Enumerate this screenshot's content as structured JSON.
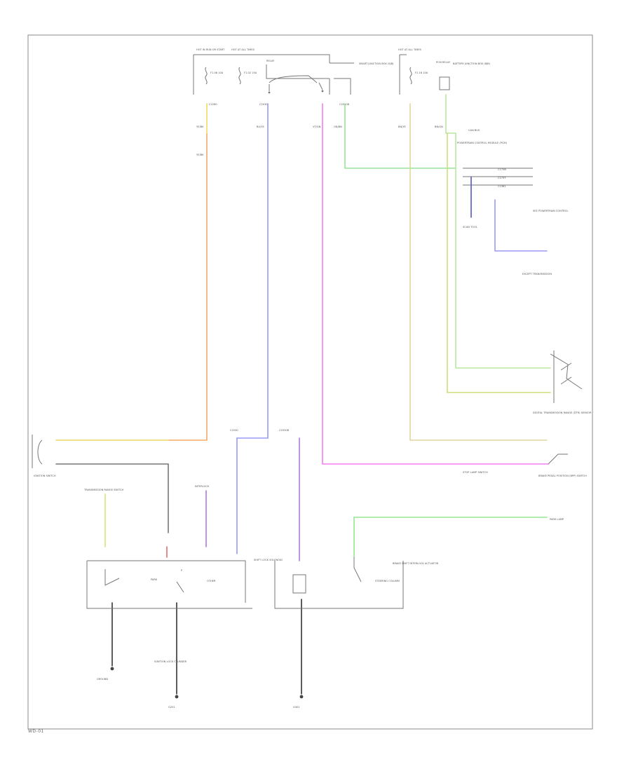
{
  "figure_id": "WD-01",
  "colors": {
    "orange": "#f5a865",
    "blue": "#9a9af5",
    "pink": "#f27ff0",
    "green": "#95e695",
    "yellow": "#f0e87a",
    "tan": "#e2d6a0",
    "lightgreen": "#b8e8a0",
    "olive": "#cddd77",
    "darkblue": "#5555cc",
    "purple": "#b07ad8",
    "red": "#e07070",
    "black": "#333333",
    "frame": "#8a8a8a"
  },
  "labels": {
    "top_fuse_left": "HOT IN RUN OR START",
    "top_fuse_mid": "HOT AT ALL TIMES",
    "top_relay": "RELAY",
    "top_smart_junction": "SMART JUNCTION BOX (SJB)",
    "top_fuse_right": "HOT AT ALL TIMES",
    "top_battery_junction": "BATTERY JUNCTION BOX (BJB)",
    "top_pcm_relay": "PCM RELAY",
    "fuse_a": "F1.08 10A",
    "fuse_b": "F1.02 15A",
    "fuse_c": "F2.16 10A",
    "wire_orange_1": "YE/BK",
    "wire_orange_2": "YE/BK",
    "wire_blue": "BU/YE",
    "wire_pink": "VT/GN",
    "wire_green": "GN/BN",
    "wire_tan": "BN/YE",
    "wire_olive": "BN/GN",
    "pcm_title": "POWERTRAIN CONTROL MODULE (PCM)",
    "can_note": "CAN BUS",
    "pcm_pin_1": "C175B",
    "pcm_pin_2": "C175T",
    "pcm_pin_3": "C1381",
    "pcm_can_text": "SCAN TOOL",
    "right_ref": "SEE POWERTRAIN CONTROL",
    "right_ref_2": "EXCEPT TRANSMISSION",
    "dtr_title": "DIGITAL TRANSMISSION RANGE (DTR) SENSOR",
    "bpp_title": "BRAKE PEDAL POSITION (BPP) SWITCH",
    "stop_lamp_note": "STOP LAMP SWITCH",
    "park_lamp": "PARK LAMP",
    "ignition_switch": "IGNITION SWITCH",
    "shift_lock_solenoid": "SHIFT LOCK SOLENOID",
    "shifter_title": "TRANSMISSION RANGE SWITCH",
    "interlock": "INTERLOCK",
    "gear_park": "PARK",
    "gear_other": "OTHER",
    "position_p": "P",
    "ground_left": "GROUND",
    "ground_mid": "G201",
    "ground_right": "G301",
    "brake_shift_interlock": "BRAKE SHIFT INTERLOCK ACTUATOR",
    "steering_column": "STEERING COLUMN",
    "ignition_lock": "IGNITION LOCK CYLINDER",
    "c_left": "C2280",
    "c_mid_a": "C2030",
    "c_mid_b": "C2030B"
  }
}
